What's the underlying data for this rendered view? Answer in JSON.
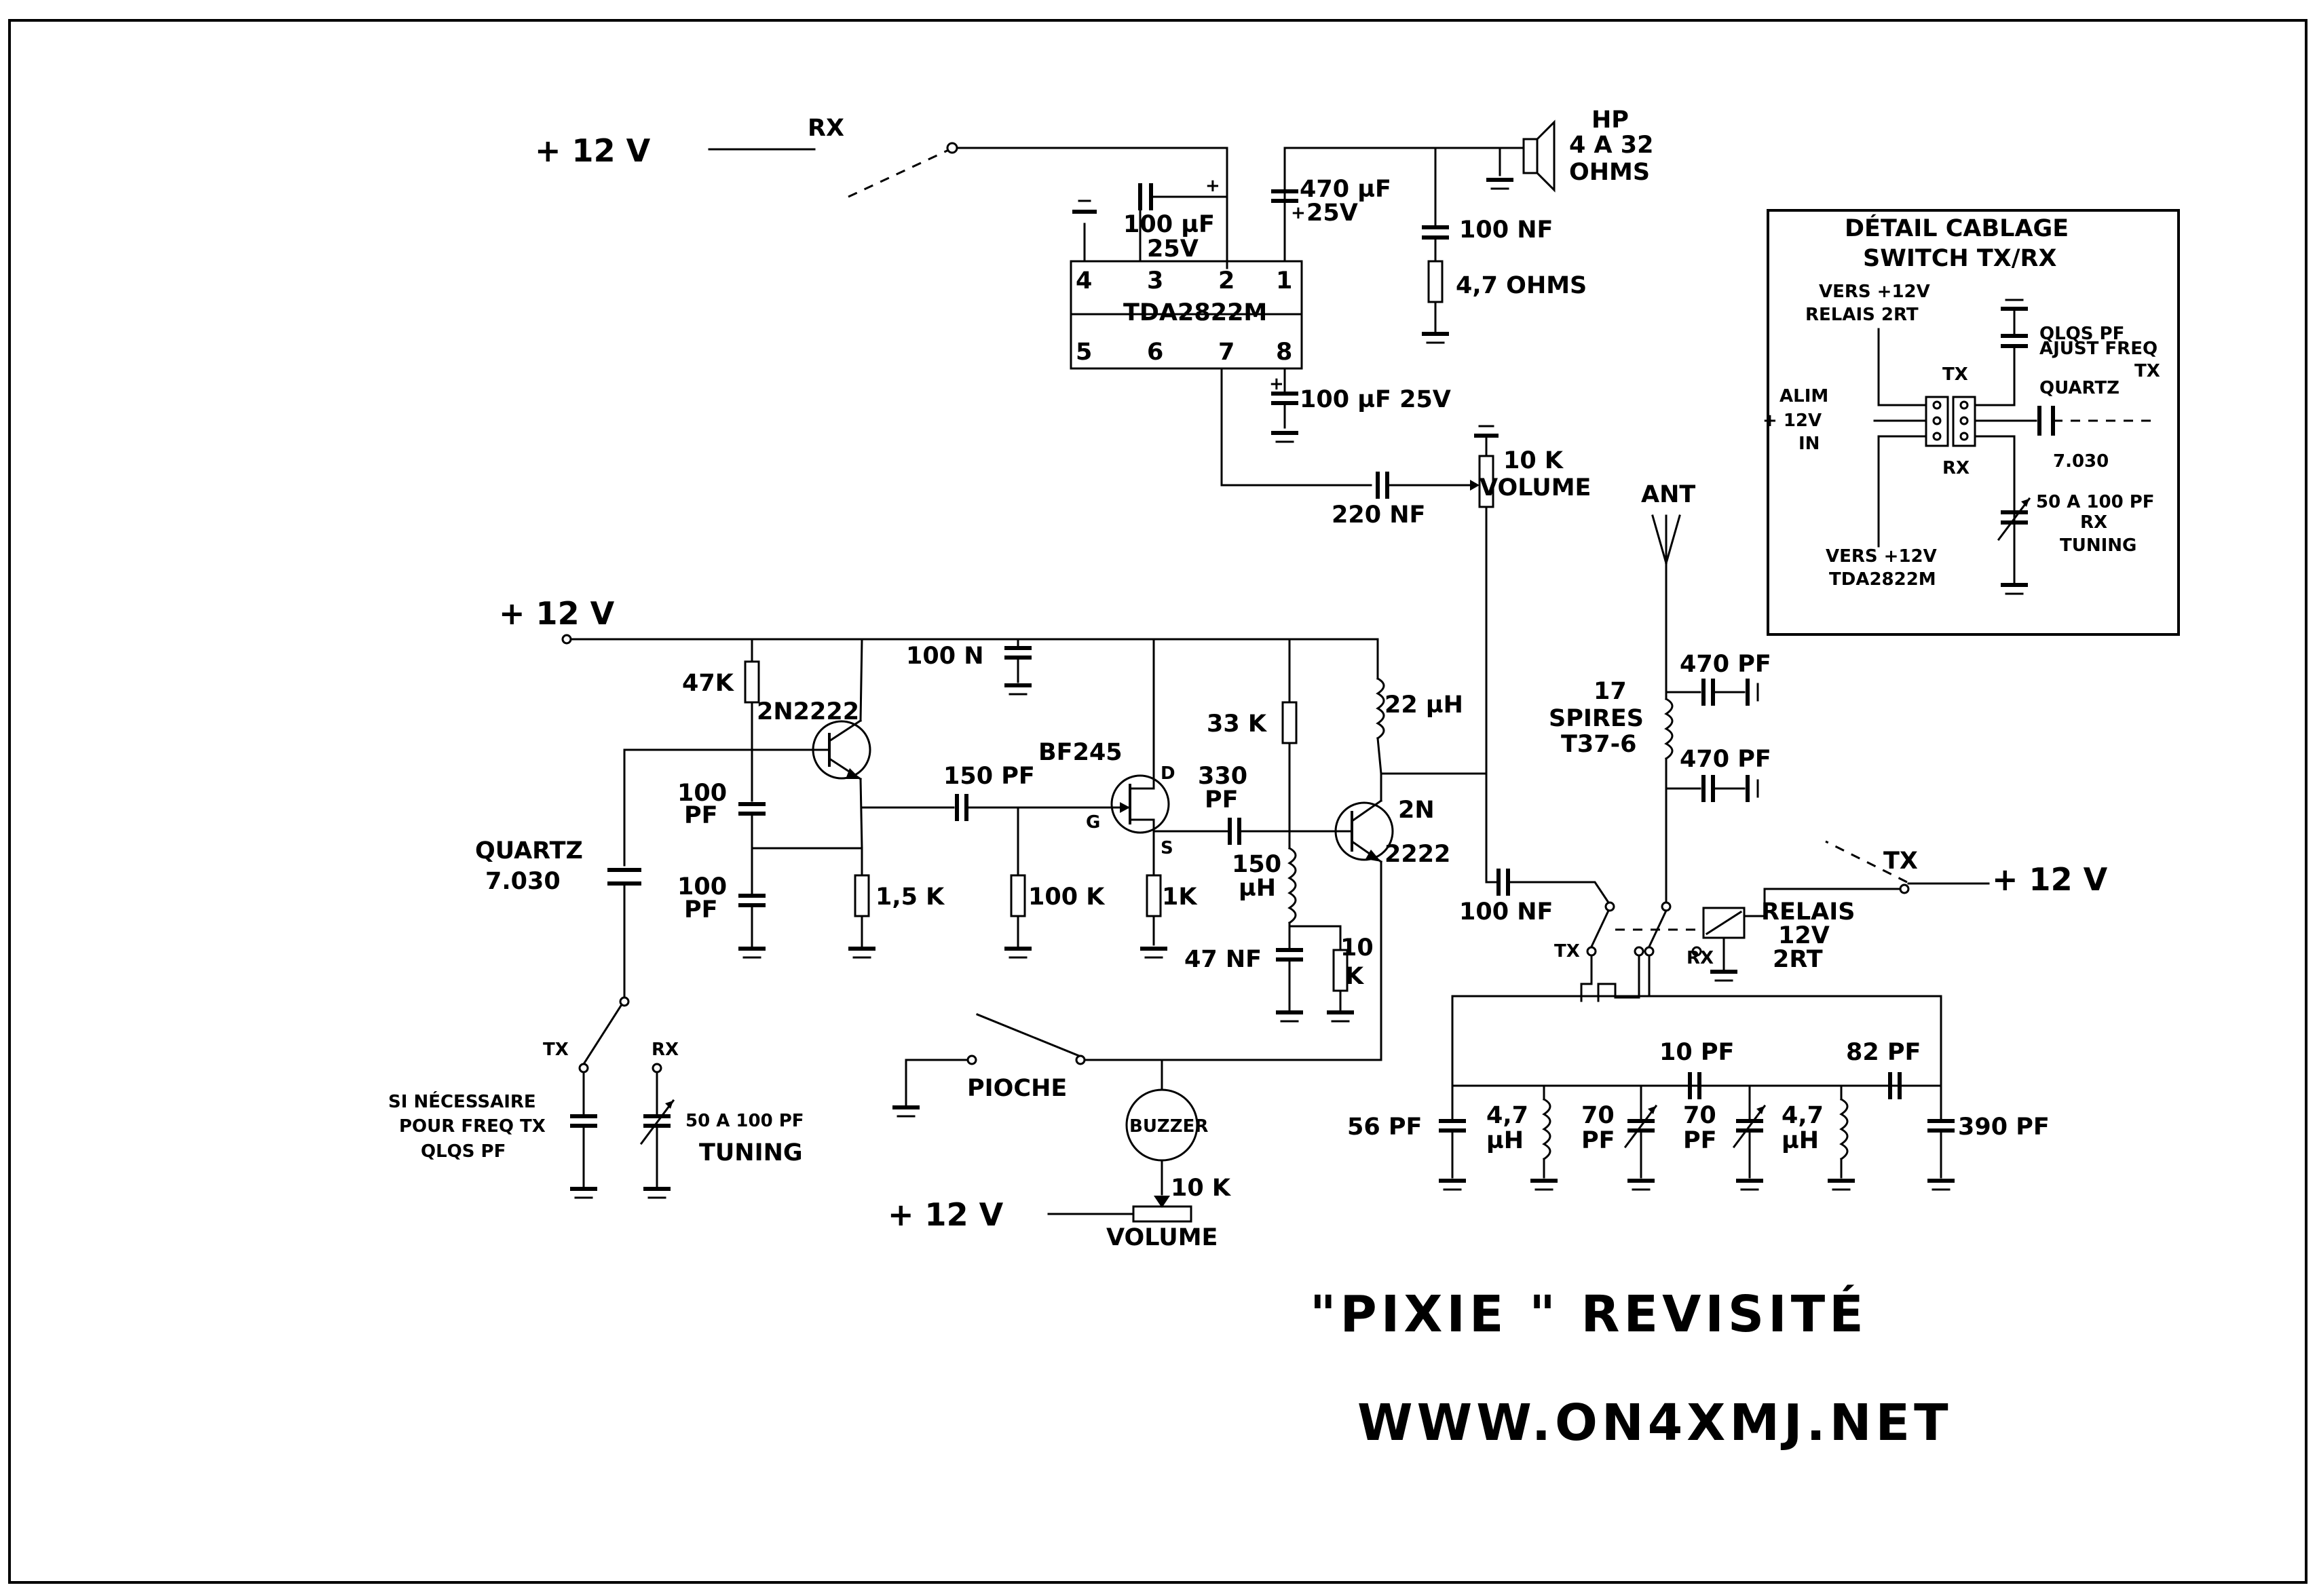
{
  "labels": {
    "supply_top": "+ 12 V",
    "rx_top": "RX",
    "c_100uf": "100 µF",
    "c_100uf_v": "25V",
    "c_470uf": "470 µF",
    "c_470uf_v": "25V",
    "hp": "HP",
    "hp_imp": "4 A 32",
    "hp_unit": "OHMS",
    "c_100nf_hp": "100 NF",
    "r_47ohm": "4,7 OHMS",
    "ic_pin4": "4",
    "ic_pin3": "3",
    "ic_pin2": "2",
    "ic_pin1": "1",
    "ic_name": "TDA2822M",
    "ic_pin5": "5",
    "ic_pin6": "6",
    "ic_pin7": "7",
    "ic_pin8": "8",
    "c_100uf_pin8": "100 µF 25V",
    "pot_10k": "10 K",
    "pot_volume": "VOLUME",
    "c_220nf": "220 NF",
    "ant": "ANT",
    "supply_osc": "+ 12 V",
    "r_47k": "47K",
    "q1": "2N2222",
    "c_100n_dec": "100 N",
    "l_22uh": "22 µH",
    "r_33k": "33 K",
    "q2": "BF245",
    "c_100pf_a1": "100",
    "c_100pf_a2": "PF",
    "c_150pf": "150 PF",
    "pin_d": "D",
    "pin_g": "G",
    "pin_s": "S",
    "c_330pf1": "330",
    "c_330pf2": "PF",
    "q3a": "2N",
    "q3b": "2222",
    "quartz": "QUARTZ",
    "quartz_f": "7.030",
    "c_100pf_b1": "100",
    "c_100pf_b2": "PF",
    "r_15k": "1,5 K",
    "r_100k": "100 K",
    "r_1k": "1K",
    "l_150uh1": "150",
    "l_150uh2": "µH",
    "c_47nf": "47 NF",
    "r_10k1": "10",
    "r_10k2": "K",
    "turns": "17",
    "spires": "SPIRES",
    "core": "T37-6",
    "c_470pf_1": "470 PF",
    "c_470pf_2": "470 PF",
    "rx_sw_tx": "TX",
    "supply_tx": "+ 12 V",
    "relay1": "RELAIS",
    "relay2": "12V",
    "relay3": "2RT",
    "c_100nf_out": "100 NF",
    "sw_tx": "TX",
    "sw_rx": "RX",
    "tx_xtal": "TX",
    "rx_xtal": "RX",
    "si_nec": "SI NÉCESSAIRE",
    "pour_freq": "POUR FREQ TX",
    "qlqs_pf": "QLQS PF",
    "var_cap": "50 A 100 PF",
    "tuning": "TUNING",
    "pioche": "PIOCHE",
    "buzzer": "BUZZER",
    "supply_buzz": "+ 12 V",
    "pot2_10k": "10 K",
    "pot2_volume": "VOLUME",
    "c_10pf": "10 PF",
    "c_82pf": "82 PF",
    "c_56pf": "56 PF",
    "l_47a1": "4,7",
    "l_47a2": "µH",
    "c_70pf_a1": "70",
    "c_70pf_a2": "PF",
    "c_70pf_b1": "70",
    "c_70pf_b2": "PF",
    "l_47b1": "4,7",
    "l_47b2": "µH",
    "c_390pf": "390 PF"
  },
  "detail": {
    "title1": "DÉTAIL CABLAGE",
    "title2": "SWITCH TX/RX",
    "vers_relais1": "VERS +12V",
    "vers_relais2": "RELAIS 2RT",
    "qlqs1": "QLQS PF",
    "qlqs2": "AJUST FREQ",
    "qlqs3": "TX",
    "tx": "TX",
    "alim1": "ALIM",
    "alim2": "+ 12V",
    "alim3": "IN",
    "quartz": "QUARTZ",
    "quartz_f": "7.030",
    "rx": "RX",
    "var1": "50 A 100 PF",
    "var2": "RX",
    "var3": "TUNING",
    "vers_tda1": "VERS +12V",
    "vers_tda2": "TDA2822M"
  },
  "footer": {
    "title": "\"PIXIE \" REVISITÉ",
    "url": "WWW.ON4XMJ.NET"
  }
}
